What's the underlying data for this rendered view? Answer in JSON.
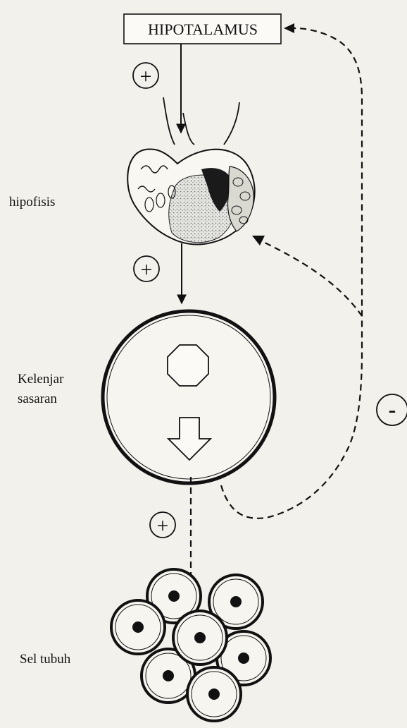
{
  "diagram": {
    "top_box_label": "HIPOTALAMUS",
    "label_pituitary": "hipofisis",
    "label_target_line1": "Kelenjar",
    "label_target_line2": "sasaran",
    "label_cells": "Sel tubuh",
    "sign_plus": "+",
    "sign_minus": "-"
  },
  "colors": {
    "background": "#f3f1ec",
    "ink": "#111111",
    "stipple": "#9a9a9a"
  }
}
